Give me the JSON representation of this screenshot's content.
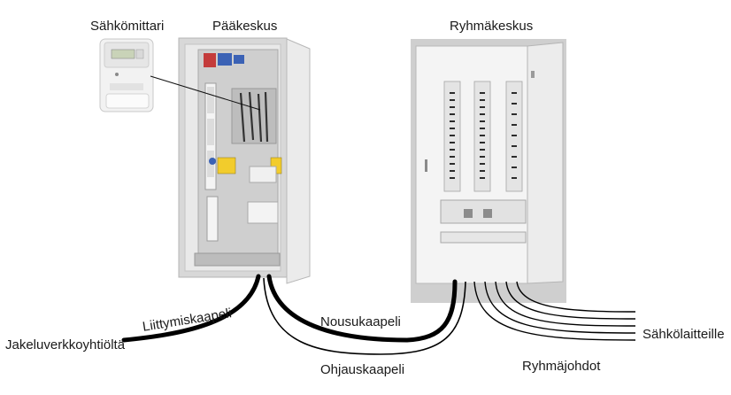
{
  "labels": {
    "meter": "Sähkömittari",
    "main_panel": "Pääkeskus",
    "group_panel": "Ryhmäkeskus",
    "connection_cable": "Liittymiskaapeli",
    "source": "Jakeluverkkoyhtiöltä",
    "riser_cable": "Nousukaapeli",
    "control_cable": "Ohjauskaapeli",
    "appliances": "Sähkölaitteille",
    "group_wires": "Ryhmäjohdot"
  }
}
